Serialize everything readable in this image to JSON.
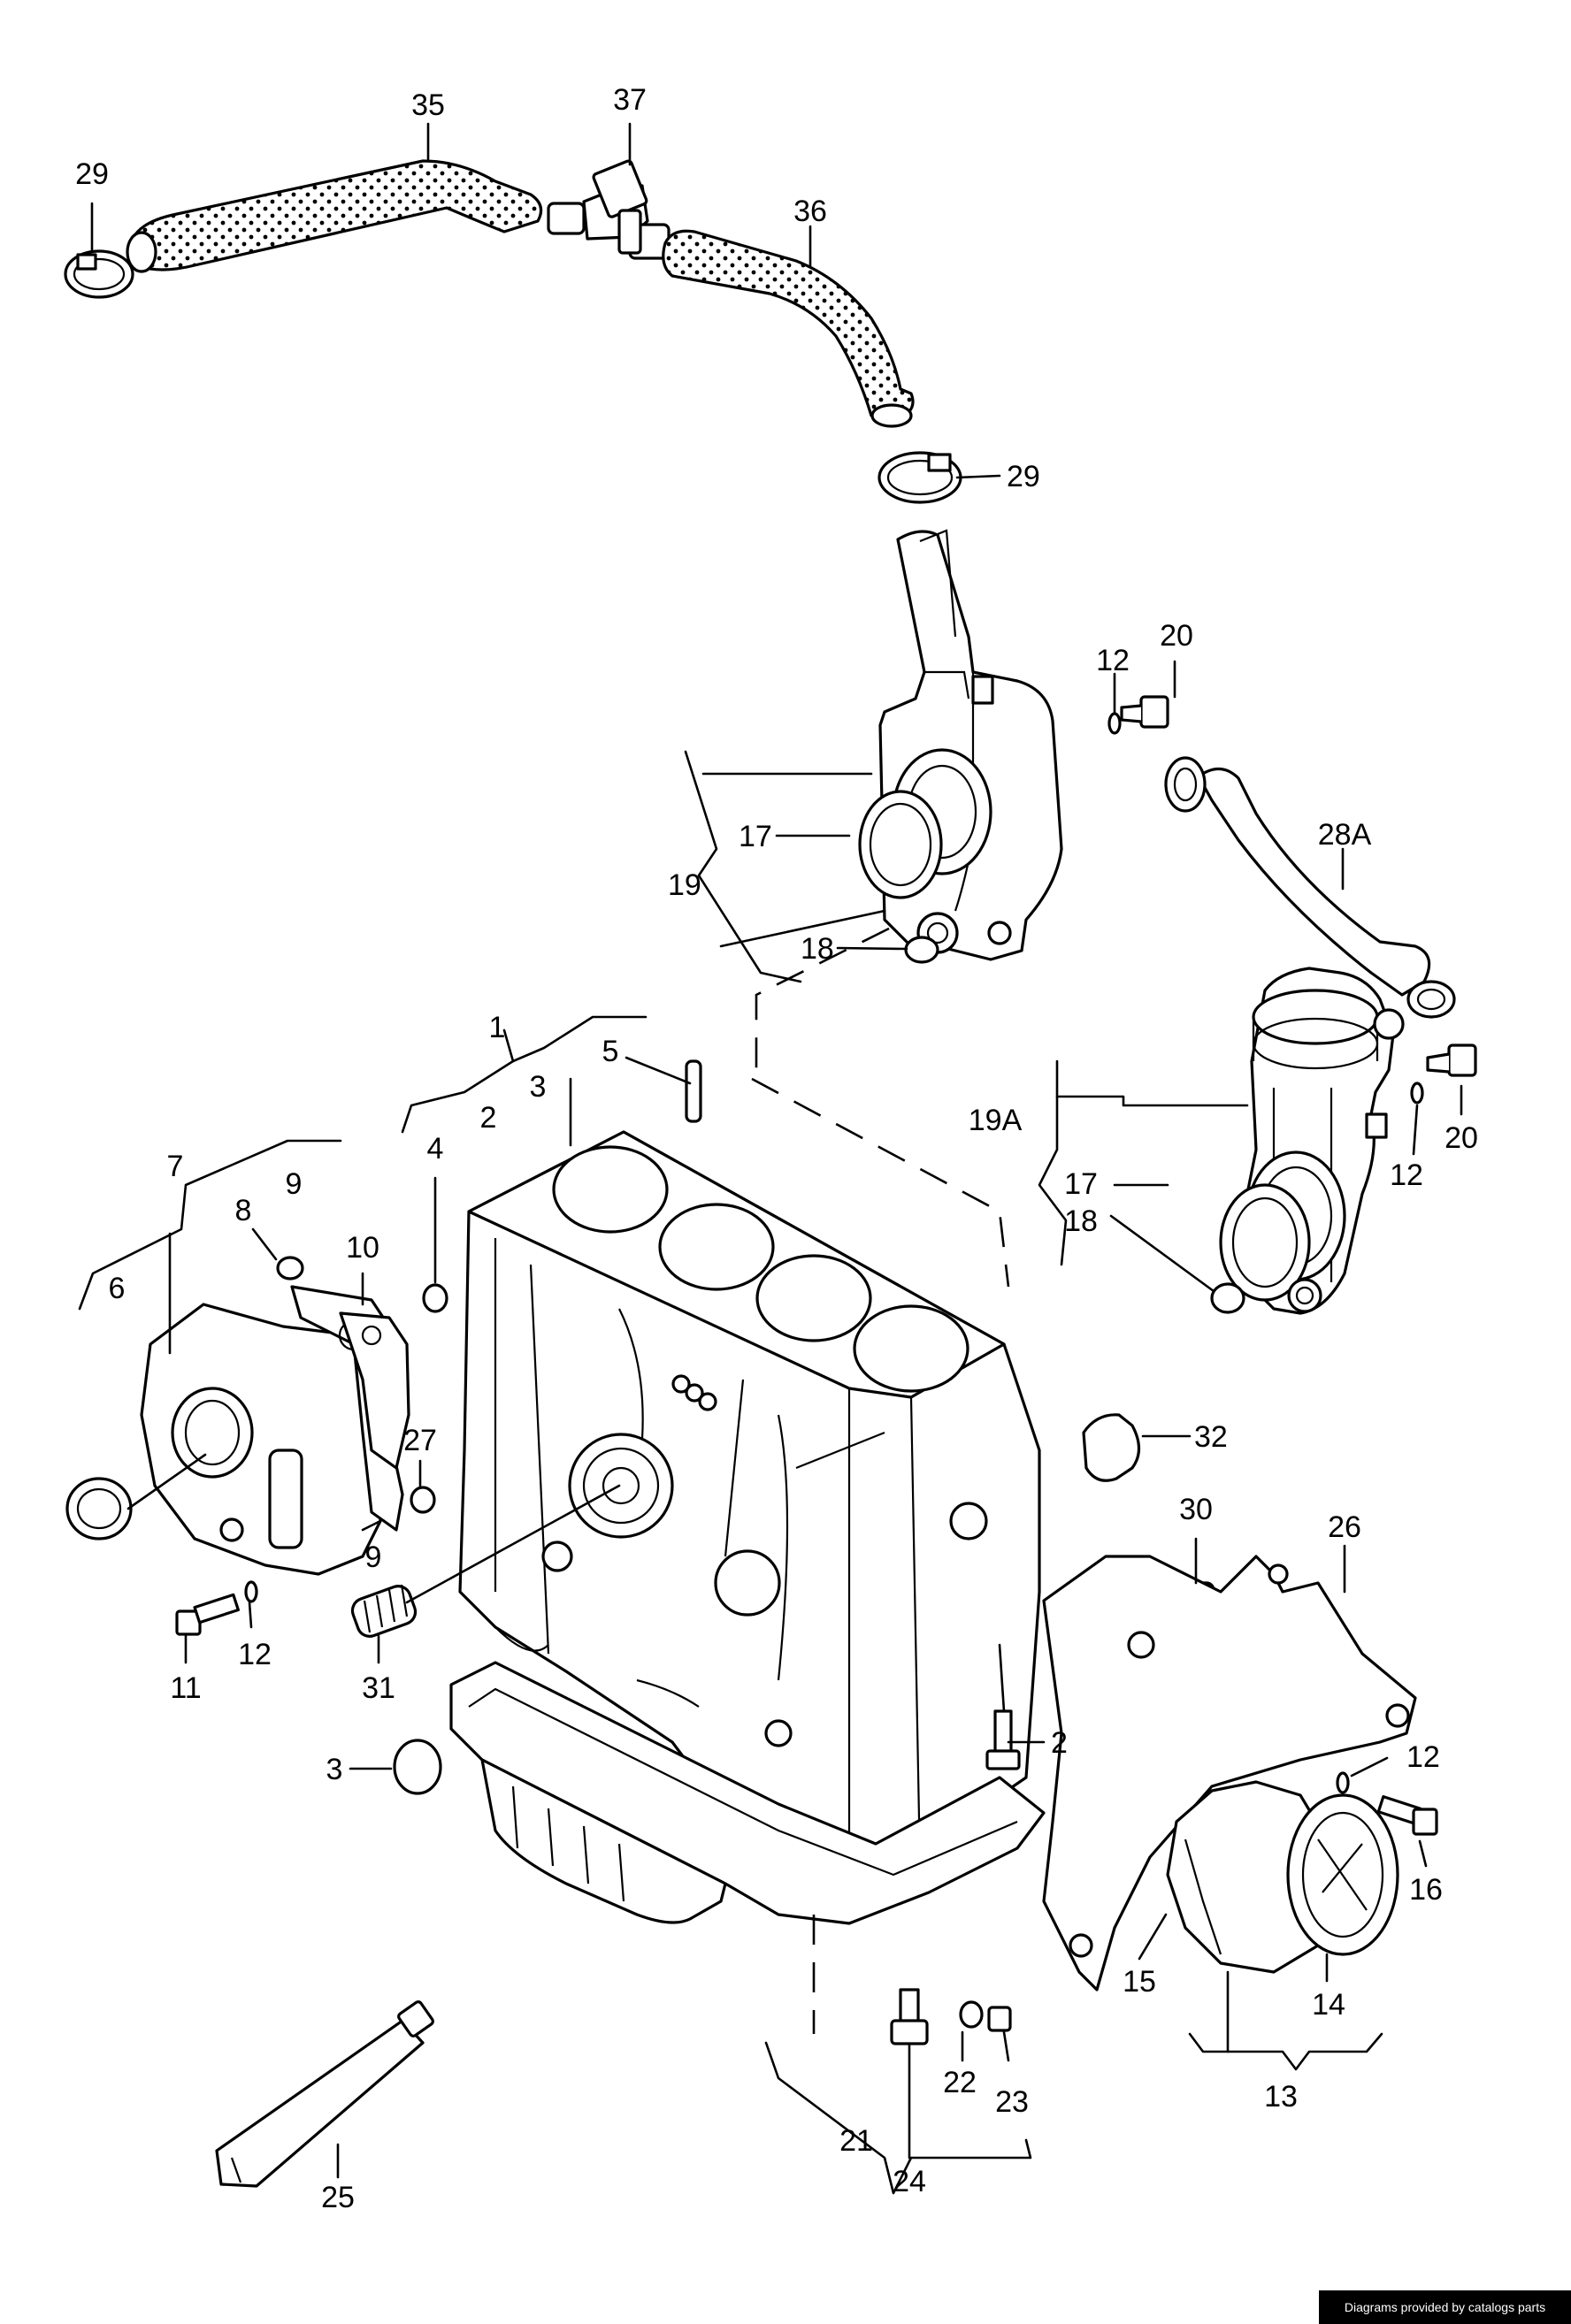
{
  "labels": {
    "l1": "1",
    "l2": "2",
    "l2b": "2",
    "l3": "3",
    "l3b": "3",
    "l4": "4",
    "l5": "5",
    "l6": "6",
    "l7": "7",
    "l8": "8",
    "l9": "9",
    "l9b": "9",
    "l10": "10",
    "l11": "11",
    "l12a": "12",
    "l12b": "12",
    "l12c": "12",
    "l12d": "12",
    "l13": "13",
    "l14": "14",
    "l15": "15",
    "l16": "16",
    "l17a": "17",
    "l17b": "17",
    "l18a": "18",
    "l18b": "18",
    "l19": "19",
    "l19a": "19A",
    "l20a": "20",
    "l20b": "20",
    "l21": "21",
    "l22": "22",
    "l23": "23",
    "l24": "24",
    "l25": "25",
    "l26": "26",
    "l27": "27",
    "l28a": "28A",
    "l29a": "29",
    "l29b": "29",
    "l30": "30",
    "l31": "31",
    "l32": "32",
    "l35": "35",
    "l36": "36",
    "l37": "37"
  },
  "credit": "Diagrams provided by catalogs parts"
}
